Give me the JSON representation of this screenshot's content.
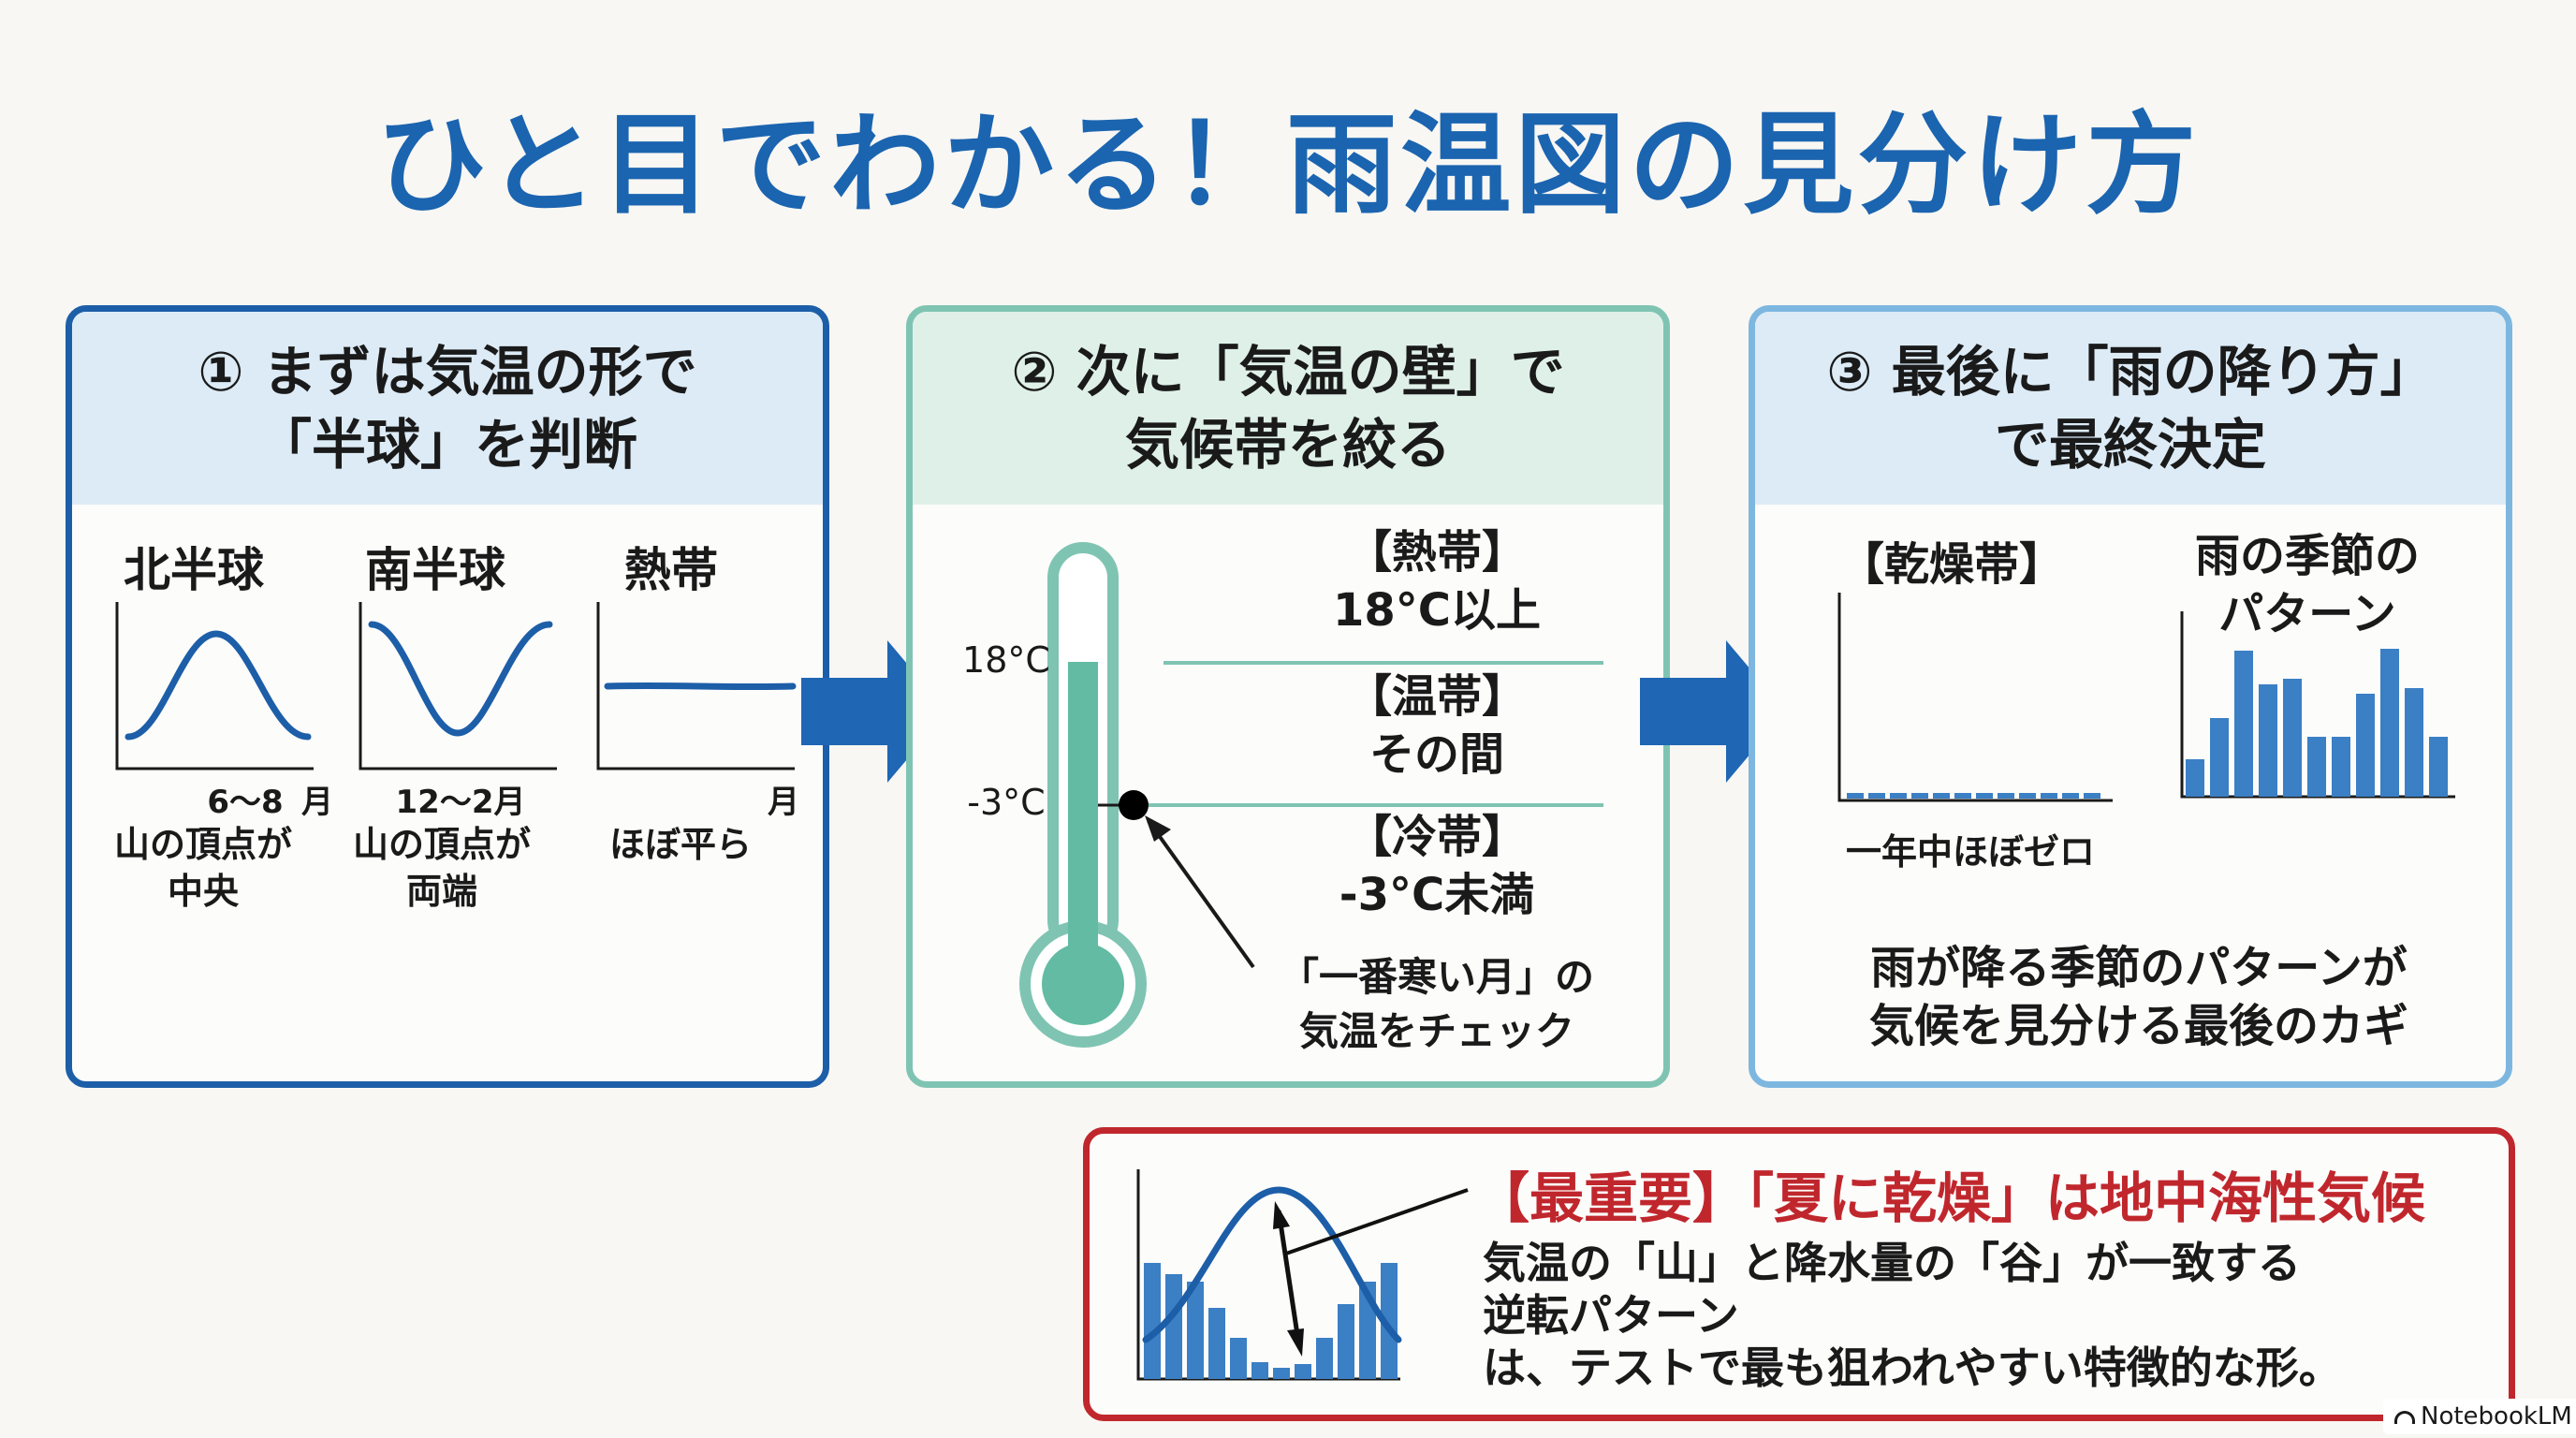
{
  "title": "ひと目でわかる！雨温図の見分け方",
  "colors": {
    "primary": "#1b64b0",
    "teal": "#7fc4b2",
    "light_blue": "#7db7e0",
    "red": "#c0272d"
  },
  "panel1": {
    "head_line1": "① まずは気温の形で",
    "head_line2": "「半球」を判断",
    "north": {
      "name": "北半球",
      "month_range": "6〜8",
      "desc_line1": "山の頂点が",
      "desc_line2": "中央"
    },
    "south": {
      "name": "南半球",
      "month_range": "12〜2月",
      "desc_line1": "山の頂点が",
      "desc_line2": "両端"
    },
    "tropic": {
      "name": "熱帯",
      "desc_line1": "ほぼ平ら"
    },
    "month_label": "月"
  },
  "panel2": {
    "head_line1": "② 次に「気温の壁」で",
    "head_line2": "気候帯を絞る",
    "tick_high": "18°C",
    "tick_low": "-3°C",
    "zones": [
      {
        "name": "【熱帯】",
        "desc": "18°C以上"
      },
      {
        "name": "【温帯】",
        "desc": "その間"
      },
      {
        "name": "【冷帯】",
        "desc": "-3°C未満"
      }
    ],
    "note_line1": "「一番寒い月」の",
    "note_line2": "気温をチェック"
  },
  "panel3": {
    "head_line1": "③ 最後に「雨の降り方」",
    "head_line2": "で最終決定",
    "dry": {
      "name": "【乾燥帯】",
      "caption": "一年中ほぼゼロ",
      "monthly_bars": [
        0.03,
        0.03,
        0.03,
        0.03,
        0.03,
        0.03,
        0.03,
        0.03,
        0.03,
        0.03,
        0.03,
        0.03
      ]
    },
    "seasonal": {
      "name_line1": "雨の季節の",
      "name_line2": "パターン",
      "monthly_bars": [
        0.2,
        0.42,
        0.78,
        0.6,
        0.63,
        0.32,
        0.32,
        0.55,
        0.79,
        0.58,
        0.32
      ]
    },
    "summary_line1": "雨が降る季節のパターンが",
    "summary_line2": "気候を見分ける最後のカギ"
  },
  "important": {
    "title": "【最重要】「夏に乾燥」は地中海性気候",
    "line1": "気温の「山」と降水量の「谷」が一致する",
    "line2": "逆転パターン",
    "line3": "は、テストで最も狙われやすい特徴的な形。",
    "monthly_bars": [
      0.62,
      0.56,
      0.52,
      0.38,
      0.22,
      0.09,
      0.06,
      0.08,
      0.22,
      0.4,
      0.52,
      0.62
    ]
  },
  "badge": "NotebookLM"
}
